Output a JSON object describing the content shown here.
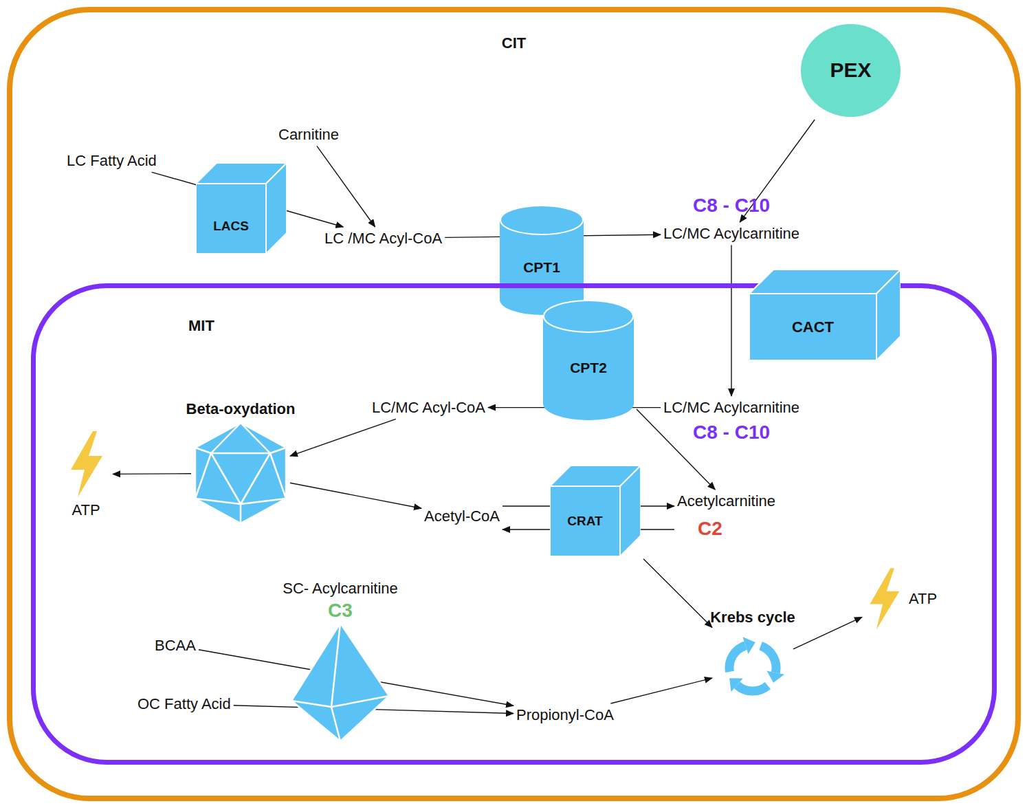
{
  "diagram": {
    "nodes": [
      {
        "text": [
          "CIT"
        ]
      },
      {
        "text": [
          "PEX"
        ],
        "in": 0
      },
      {
        "text": [
          "Carnitine"
        ],
        "in": 0
      },
      {
        "text": [
          "LC Fatty Acid"
        ],
        "in": 0
      },
      {
        "text": [
          "LACS"
        ],
        "in": 0
      },
      {
        "text": [
          "LC /MC Acyl-CoA"
        ],
        "in": 0
      },
      {
        "text": [
          "CPT1"
        ],
        "in": 0
      },
      {
        "text": [
          "C8 - C10",
          "LC/MC Acylcarnitine"
        ],
        "in": 0
      },
      {
        "text": [
          "MIT"
        ],
        "in": 0
      },
      {
        "text": [
          "CACT"
        ],
        "in": 0
      },
      {
        "text": [
          "CPT2"
        ],
        "in": 8
      },
      {
        "text": [
          "Beta-oxydation"
        ],
        "in": 8
      },
      {
        "text": [
          "LC/MC Acyl-CoA"
        ],
        "in": 8
      },
      {
        "text": [
          "LC/MC Acylcarnitine",
          "C8 - C10"
        ],
        "in": 8
      },
      {
        "text": [
          "ATP"
        ],
        "in": 8
      },
      {
        "text": [
          "Acetyl-CoA"
        ],
        "in": 8
      },
      {
        "text": [
          "CRAT"
        ],
        "in": 8
      },
      {
        "text": [
          "Acetylcarnitine",
          "C2"
        ],
        "in": 8
      },
      {
        "text": [
          "SC- Acylcarnitine",
          "C3"
        ],
        "in": 8
      },
      {
        "text": [
          "BCAA"
        ],
        "in": 8
      },
      {
        "text": [
          "OC Fatty Acid"
        ],
        "in": 8
      },
      {
        "text": [
          "Propionyl-CoA"
        ],
        "in": 8
      },
      {
        "text": [
          "Krebs cycle"
        ],
        "in": 8
      },
      {
        "text": [
          "ATP"
        ],
        "in": 8
      }
    ],
    "edges": [
      {
        "from": 3,
        "to": 5,
        "arrow": "to"
      },
      {
        "from": 2,
        "to": 5,
        "arrow": "to"
      },
      {
        "from": 5,
        "to": 7,
        "arrow": "to"
      },
      {
        "from": 1,
        "to": 7,
        "arrow": "to"
      },
      {
        "from": 7,
        "to": 13,
        "arrow": "to"
      },
      {
        "from": 13,
        "to": 12,
        "arrow": "to"
      },
      {
        "from": 10,
        "to": 17,
        "arrow": "to"
      },
      {
        "from": 12,
        "to": 11,
        "arrow": "to"
      },
      {
        "from": 11,
        "to": 14,
        "arrow": "to"
      },
      {
        "from": 11,
        "to": 15,
        "arrow": "to"
      },
      {
        "from": 15,
        "to": 17,
        "arrow": "to"
      },
      {
        "from": 17,
        "to": 15,
        "arrow": "to"
      },
      {
        "from": 16,
        "to": 22,
        "arrow": "to"
      },
      {
        "from": 19,
        "to": 21,
        "arrow": "to"
      },
      {
        "from": 20,
        "to": 21,
        "arrow": "to"
      },
      {
        "from": 21,
        "to": 22,
        "arrow": "to"
      },
      {
        "from": 22,
        "to": 23,
        "arrow": "to"
      }
    ]
  }
}
